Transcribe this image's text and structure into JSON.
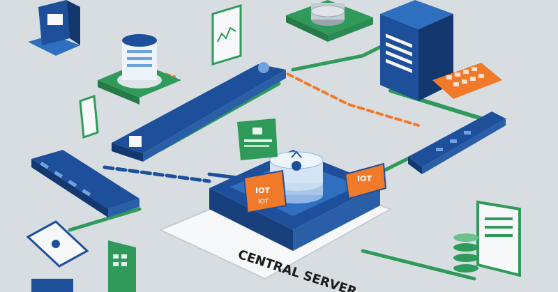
{
  "scene": {
    "colors": {
      "background": "#d8dde2",
      "blue_dark": "#1d4f9a",
      "blue_mid": "#2f6fc0",
      "blue_light": "#6fa3df",
      "green": "#2f9a5a",
      "green_light": "#6cc08a",
      "orange": "#f07a2a",
      "white": "#f6f8fa",
      "gray": "#9aa3ad"
    },
    "central_server": {
      "label": "CENTRAL SERVER"
    },
    "iot_tag_left": {
      "title": "IOT",
      "subtitle": "IOT"
    },
    "iot_tag_right": {
      "title": "IOT",
      "subtitle": ""
    },
    "green_tag": {
      "title": ""
    },
    "icons": {
      "server_tower": "server-tower-icon",
      "database": "database-icon",
      "smartphone": "smartphone-icon",
      "tablet": "tablet-icon",
      "router": "router-icon",
      "monitor": "monitor-icon"
    }
  }
}
